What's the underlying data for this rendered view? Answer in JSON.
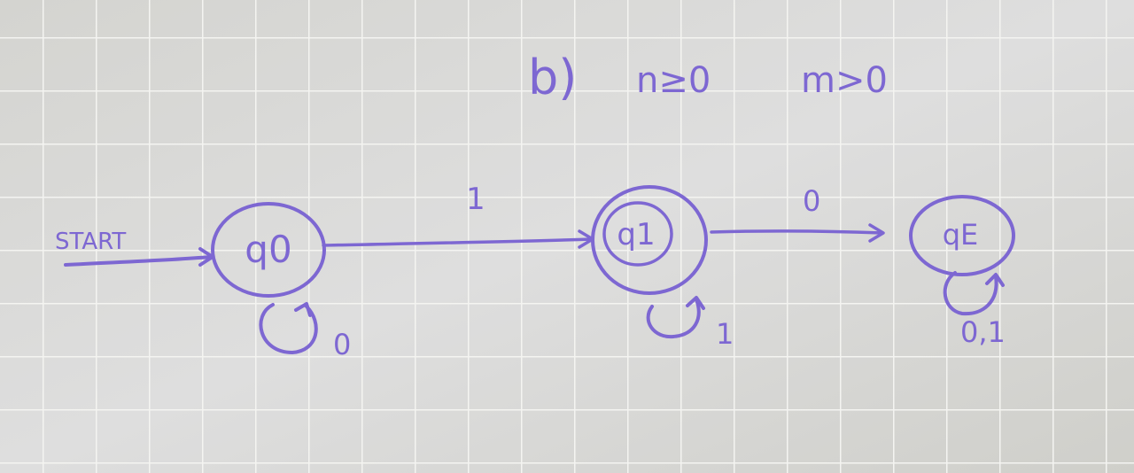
{
  "colors": {
    "paper": "#d9d9d6",
    "paper_shadow": "#c9c9c4",
    "grid": "#f5f5f2",
    "ink": "#7d67d2"
  },
  "heading": {
    "part": "b)",
    "conditions": [
      "n≥0",
      "m>0"
    ]
  },
  "start_label": "START",
  "states": [
    {
      "id": "q0",
      "label": "q0",
      "accepting": false
    },
    {
      "id": "q1",
      "label": "q1",
      "accepting": true
    },
    {
      "id": "qE",
      "label": "qE",
      "accepting": false
    }
  ],
  "transitions": [
    {
      "from": "q0",
      "to": "q1",
      "symbol": "1"
    },
    {
      "from": "q1",
      "to": "qE",
      "symbol": "0"
    },
    {
      "from": "q0",
      "to": "q0",
      "symbol": "0"
    },
    {
      "from": "q1",
      "to": "q1",
      "symbol": "1"
    },
    {
      "from": "qE",
      "to": "qE",
      "symbol": "0,1"
    }
  ]
}
